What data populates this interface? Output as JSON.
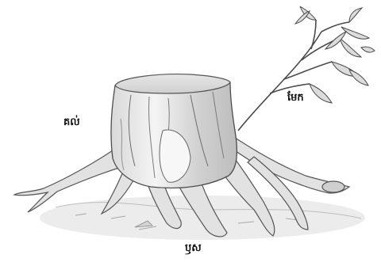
{
  "labels": {
    "trunk": "គល់",
    "branch": "មែក",
    "root": "ឫស"
  }
}
